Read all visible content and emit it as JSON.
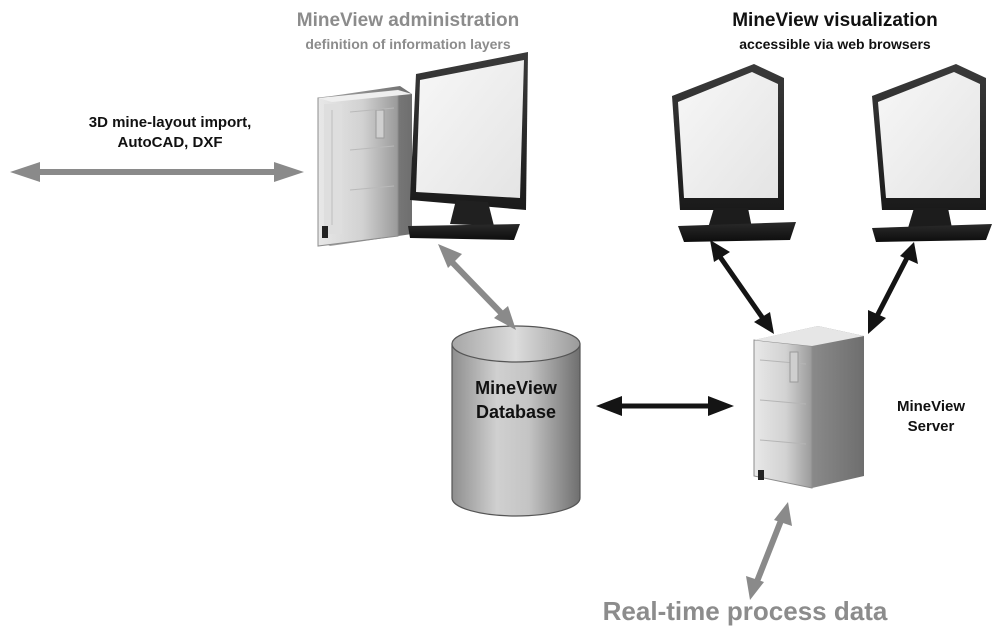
{
  "admin": {
    "title": "MineView administration",
    "subtitle": "definition of information layers"
  },
  "visualization": {
    "title": "MineView visualization",
    "subtitle": "accessible via web browsers"
  },
  "import": {
    "line1": "3D mine-layout import,",
    "line2": "AutoCAD, DXF"
  },
  "database": {
    "line1": "MineView",
    "line2": "Database"
  },
  "server": {
    "line1": "MineView",
    "line2": "Server"
  },
  "realtime": {
    "label": "Real-time process data"
  },
  "colors": {
    "grey_text": "#8c8c8c",
    "dark_text": "#111111",
    "grey_arrow": "#8a8a8a",
    "dark_arrow": "#141414"
  }
}
